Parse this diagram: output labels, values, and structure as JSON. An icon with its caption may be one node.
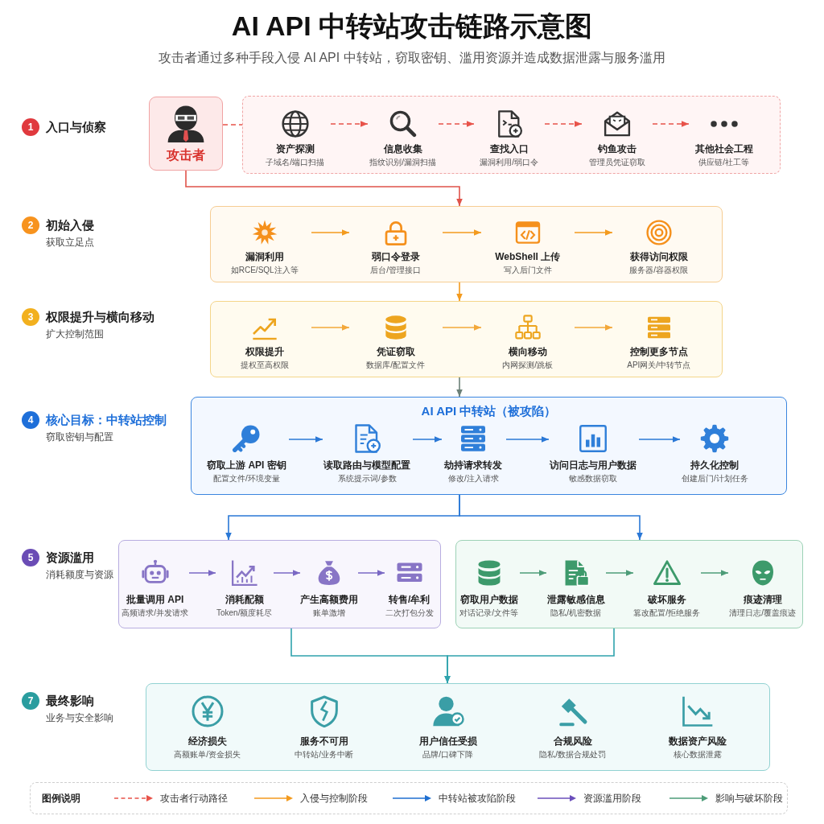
{
  "diagram": {
    "title": "AI API 中转站攻击链路示意图",
    "nodes": [
      {
        "text": [
          "1"
        ],
        "beside": [
          "入口与侦察"
        ]
      },
      {
        "text": [
          "攻击者"
        ]
      },
      {
        "text": [],
        "shape": "box"
      },
      {
        "text": [
          "资产探测",
          "子域名/端口扫描"
        ],
        "in": 2
      },
      {
        "text": [
          "信息收集",
          "指纹识别/漏洞扫描"
        ],
        "in": 2
      },
      {
        "text": [
          "查找入口",
          "漏洞利用/弱口令"
        ],
        "in": 2
      },
      {
        "text": [
          "钓鱼攻击",
          "管理员凭证窃取"
        ],
        "in": 2
      },
      {
        "text": [
          "其他社会工程",
          "供应链/社工等"
        ],
        "in": 2
      },
      {
        "text": [
          "2"
        ],
        "beside": [
          "初始入侵",
          "获取立足点"
        ]
      },
      {
        "text": [],
        "shape": "box"
      },
      {
        "text": [
          "漏洞利用",
          "如RCE/SQL注入等"
        ],
        "in": 9
      },
      {
        "text": [
          "弱口令登录",
          "后台/管理接口"
        ],
        "in": 9
      },
      {
        "text": [
          "WebShell 上传",
          "写入后门文件"
        ],
        "in": 9
      },
      {
        "text": [
          "获得访问权限",
          "服务器/容器权限"
        ],
        "in": 9
      },
      {
        "text": [
          "3"
        ],
        "beside": [
          "权限提升与横向移动",
          "扩大控制范围"
        ]
      },
      {
        "text": [],
        "shape": "box"
      },
      {
        "text": [
          "权限提升",
          "提权至高权限"
        ],
        "in": 15
      },
      {
        "text": [
          "凭证窃取",
          "数据库/配置文件"
        ],
        "in": 15
      },
      {
        "text": [
          "横向移动",
          "内网探测/跳板"
        ],
        "in": 15
      },
      {
        "text": [
          "控制更多节点",
          "API网关/中转节点"
        ],
        "in": 15
      },
      {
        "text": [
          "4"
        ],
        "beside": [
          "核心目标：中转站控制",
          "窃取密钥与配置"
        ]
      },
      {
        "text": [
          "AI API 中转站（被攻陷）"
        ]
      },
      {
        "text": [
          "窃取上游 API 密钥",
          "配置文件/环境变量"
        ],
        "in": 21
      },
      {
        "text": [
          "读取路由与模型配置",
          "系统提示词/参数"
        ],
        "in": 21
      },
      {
        "text": [
          "劫持请求转发",
          "修改/注入请求"
        ],
        "in": 21
      },
      {
        "text": [
          "访问日志与用户数据",
          "敏感数据窃取"
        ],
        "in": 21
      },
      {
        "text": [
          "持久化控制",
          "创建后门/计划任务"
        ],
        "in": 21
      },
      {
        "text": [
          "5"
        ],
        "beside": [
          "资源滥用",
          "消耗额度与资源"
        ]
      },
      {
        "text": [],
        "shape": "box"
      },
      {
        "text": [
          "批量调用 API",
          "高频请求/并发请求"
        ],
        "in": 28
      },
      {
        "text": [
          "消耗配额",
          "Token/额度耗尽"
        ],
        "in": 28
      },
      {
        "text": [
          "产生高额费用",
          "账单激增"
        ],
        "in": 28
      },
      {
        "text": [
          "转售/牟利",
          "二次打包分发"
        ],
        "in": 28
      },
      {
        "text": [],
        "shape": "box"
      },
      {
        "text": [
          "窃取用户数据",
          "对话记录/文件等"
        ],
        "in": 33
      },
      {
        "text": [
          "泄露敏感信息",
          "隐私/机密数据"
        ],
        "in": 33
      },
      {
        "text": [
          "破坏服务",
          "篡改配置/拒绝服务"
        ],
        "in": 33
      },
      {
        "text": [
          "痕迹清理",
          "清理日志/覆盖痕迹"
        ],
        "in": 33
      },
      {
        "text": [
          "7"
        ],
        "beside": [
          "最终影响",
          "业务与安全影响"
        ]
      },
      {
        "text": [],
        "shape": "box"
      },
      {
        "text": [
          "经济损失",
          "高额账单/资金损失"
        ],
        "in": 39
      },
      {
        "text": [
          "服务不可用",
          "中转站/业务中断"
        ],
        "in": 39
      },
      {
        "text": [
          "用户信任受损",
          "品牌/口碑下降"
        ],
        "in": 39
      },
      {
        "text": [
          "合规风险",
          "隐私/数据合规处罚"
        ],
        "in": 39
      },
      {
        "text": [
          "数据资产风险",
          "核心数据泄露"
        ],
        "in": 39
      }
    ],
    "edges": [
      {
        "from": 1,
        "to": 2,
        "arrow": "none",
        "style": "dashed",
        "color": "#e8534a"
      },
      {
        "from": 3,
        "to": 4,
        "arrow": "to",
        "style": "dashed",
        "color": "#e8534a"
      },
      {
        "from": 4,
        "to": 5,
        "arrow": "to",
        "style": "dashed",
        "color": "#e8534a"
      },
      {
        "from": 5,
        "to": 6,
        "arrow": "to",
        "style": "dashed",
        "color": "#e8534a"
      },
      {
        "from": 6,
        "to": 7,
        "arrow": "to",
        "style": "dashed",
        "color": "#e8534a"
      },
      {
        "from": 1,
        "to": 9,
        "arrow": "to",
        "color": "#e0534a"
      },
      {
        "from": 10,
        "to": 11,
        "arrow": "to",
        "color": "#f39a1e"
      },
      {
        "from": 11,
        "to": 12,
        "arrow": "to",
        "color": "#f39a1e"
      },
      {
        "from": 12,
        "to": 13,
        "arrow": "to",
        "color": "#f39a1e"
      },
      {
        "from": 9,
        "to": 15,
        "arrow": "to",
        "color": "#f39a1e"
      },
      {
        "from": 16,
        "to": 17,
        "arrow": "to",
        "color": "#f3a83a"
      },
      {
        "from": 17,
        "to": 18,
        "arrow": "to",
        "color": "#f3a83a"
      },
      {
        "from": 18,
        "to": 19,
        "arrow": "to",
        "color": "#f3a83a"
      },
      {
        "from": 15,
        "to": 21,
        "arrow": "to",
        "color": "#6b8077"
      },
      {
        "from": 22,
        "to": 23,
        "arrow": "to",
        "color": "#2a78d6"
      },
      {
        "from": 23,
        "to": 24,
        "arrow": "to",
        "color": "#2a78d6"
      },
      {
        "from": 24,
        "to": 25,
        "arrow": "to",
        "color": "#2a78d6"
      },
      {
        "from": 25,
        "to": 26,
        "arrow": "to",
        "color": "#2a78d6"
      },
      {
        "from": 21,
        "to": 28,
        "arrow": "to",
        "color": "#2a78d6"
      },
      {
        "from": 21,
        "to": 33,
        "arrow": "to",
        "color": "#2a78d6"
      },
      {
        "from": 29,
        "to": 30,
        "arrow": "to",
        "color": "#7a68c4"
      },
      {
        "from": 30,
        "to": 31,
        "arrow": "to",
        "color": "#7a68c4"
      },
      {
        "from": 31,
        "to": 32,
        "arrow": "to",
        "color": "#7a68c4"
      },
      {
        "from": 34,
        "to": 35,
        "arrow": "to",
        "color": "#4d9c78"
      },
      {
        "from": 35,
        "to": 36,
        "arrow": "to",
        "color": "#4d9c78"
      },
      {
        "from": 36,
        "to": 37,
        "arrow": "to",
        "color": "#4d9c78"
      },
      {
        "from": 28,
        "to": 39,
        "arrow": "to",
        "color": "#2fa3ad"
      },
      {
        "from": 33,
        "to": 39,
        "arrow": "to",
        "color": "#2fa3ad"
      }
    ],
    "labels": [
      "攻击者通过多种手段入侵 AI API 中转站，窃取密钥、滥用资源并造成数据泄露与服务滥用",
      "图例说明"
    ],
    "legend": [
      {
        "text": "攻击者行动路径"
      },
      {
        "text": "入侵与控制阶段"
      },
      {
        "text": "中转站被攻陷阶段"
      },
      {
        "text": "资源滥用阶段"
      },
      {
        "text": "影响与破坏阶段"
      }
    ]
  }
}
